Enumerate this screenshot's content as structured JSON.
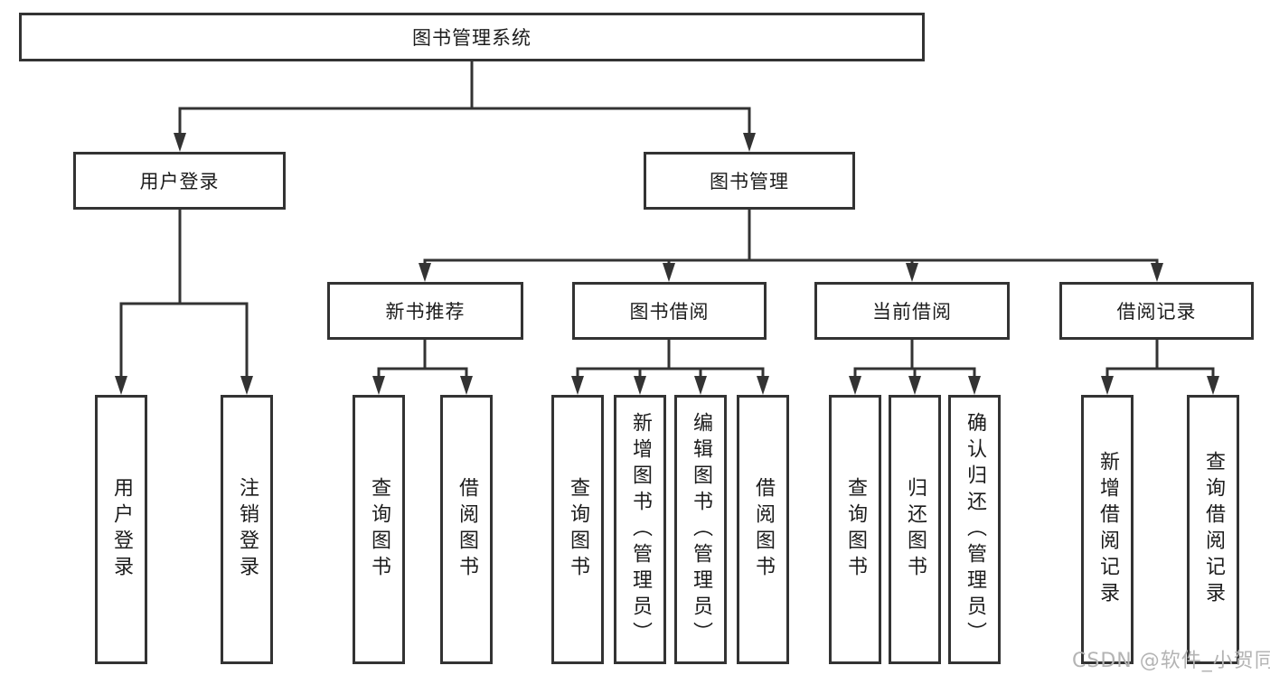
{
  "colors": {
    "background": "#ffffff",
    "line": "#333333",
    "box_border": "#333333",
    "box_fill": "#ffffff",
    "text": "#1c1c1c",
    "watermark": "#b4b4b4"
  },
  "watermark": {
    "text": "CSDN @软件_小贺同学"
  },
  "nodes": {
    "root": "图书管理系统",
    "user_login": "用户登录",
    "book_mgmt": "图书管理",
    "leaf_user_login": "用户登录",
    "leaf_logout": "注销登录",
    "new_book_rec": "新书推荐",
    "book_borrow": "图书借阅",
    "current_borrow": "当前借阅",
    "borrow_records": "借阅记录",
    "nbr_query_books": "查询图书",
    "nbr_borrow_books": "借阅图书",
    "bb_query_books": "查询图书",
    "bb_add_books": "新增图书（管理员）",
    "bb_edit_books": "编辑图书（管理员）",
    "bb_borrow_books": "借阅图书",
    "cb_query_books": "查询图书",
    "cb_return_books": "归还图书",
    "cb_confirm_return": "确认归还（管理员）",
    "br_add_record": "新增借阅记录",
    "br_query_record": "查询借阅记录"
  },
  "hierarchy": {
    "图书管理系统": [
      "用户登录",
      "图书管理"
    ],
    "用户登录": [
      "用户登录",
      "注销登录"
    ],
    "图书管理": [
      "新书推荐",
      "图书借阅",
      "当前借阅",
      "借阅记录"
    ],
    "新书推荐": [
      "查询图书",
      "借阅图书"
    ],
    "图书借阅": [
      "查询图书",
      "新增图书（管理员）",
      "编辑图书（管理员）",
      "借阅图书"
    ],
    "当前借阅": [
      "查询图书",
      "归还图书",
      "确认归还（管理员）"
    ],
    "借阅记录": [
      "新增借阅记录",
      "查询借阅记录"
    ]
  }
}
